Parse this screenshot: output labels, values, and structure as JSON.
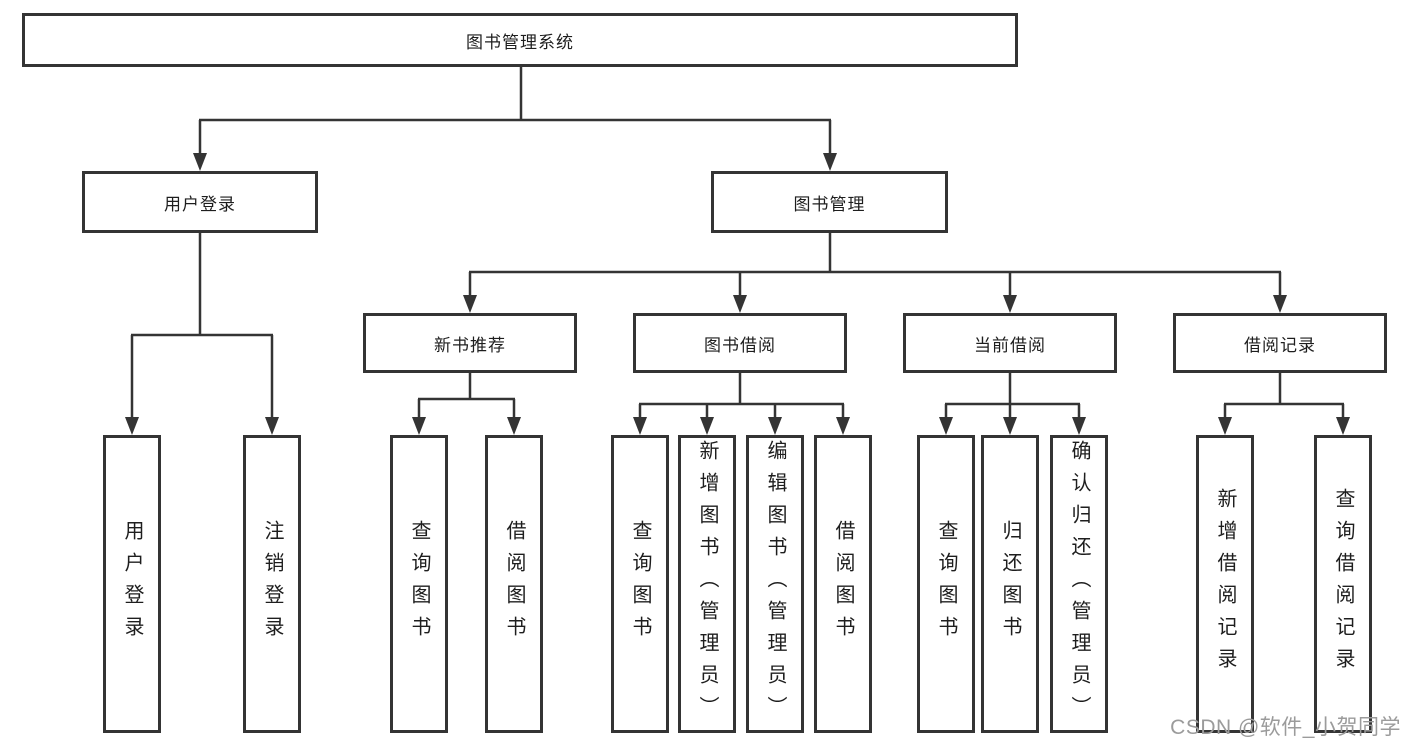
{
  "diagram": {
    "root": "图书管理系统",
    "branches": [
      "用户登录",
      "图书管理"
    ],
    "sections": [
      "新书推荐",
      "图书借阅",
      "当前借阅",
      "借阅记录"
    ],
    "leaves": [
      "用户登录",
      "注销登录",
      "查询图书",
      "借阅图书",
      "查询图书",
      "新增图书（管理员）",
      "编辑图书（管理员）",
      "借阅图书",
      "查询图书",
      "归还图书",
      "确认归还（管理员）",
      "新增借阅记录",
      "查询借阅记录"
    ]
  },
  "watermark": "CSDN @软件_小贺同学",
  "colors": {
    "line": "#343434",
    "text": "#1e1e1e",
    "background": "#ffffff",
    "watermark": "#9b9b9b"
  }
}
